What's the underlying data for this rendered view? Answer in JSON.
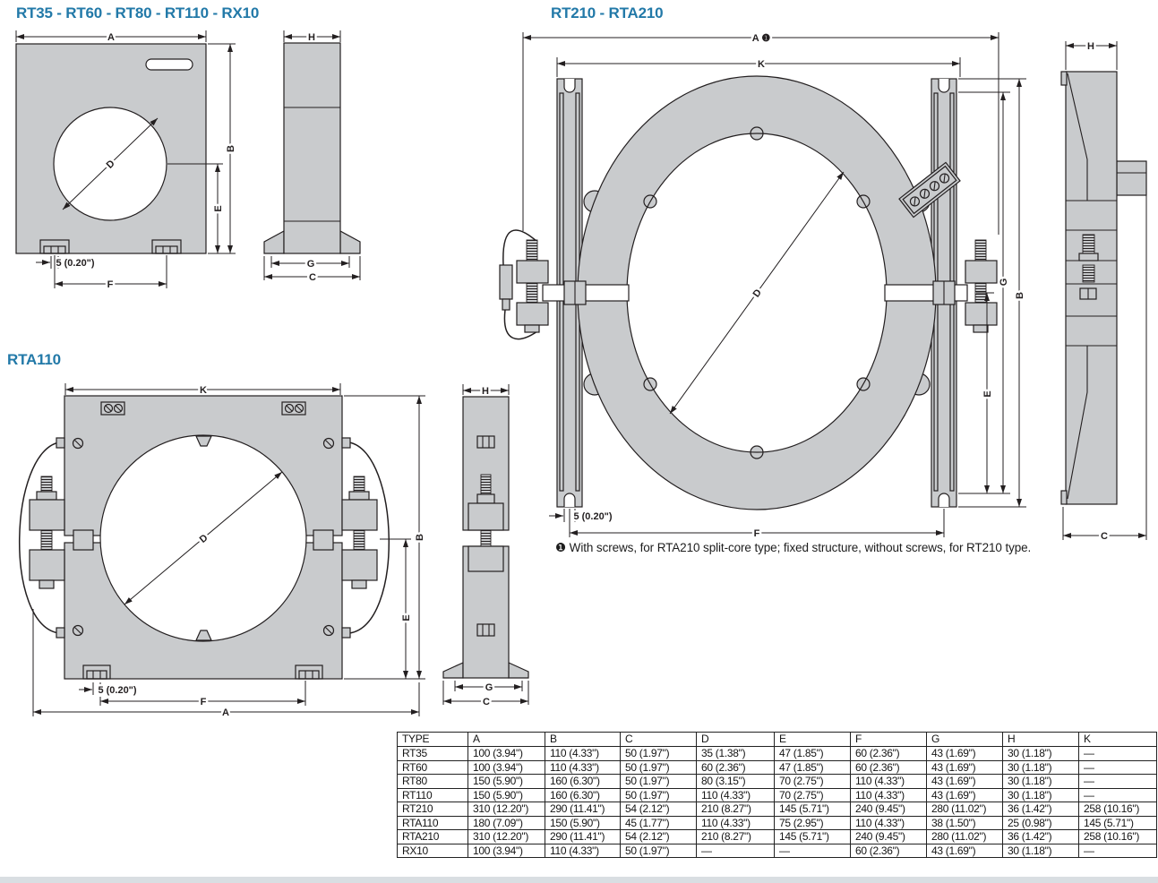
{
  "titles": {
    "group1": "RT35 - RT60 - RT80 - RT110 - RX10",
    "group2": "RT210 - RTA210",
    "group3": "RTA110"
  },
  "dim_labels": {
    "A": "A",
    "A_note": "A ❶",
    "B": "B",
    "C": "C",
    "D": "D",
    "E": "E",
    "F": "F",
    "G": "G",
    "H": "H",
    "K": "K",
    "gap": "5 (0.20\")"
  },
  "footnote": {
    "marker": "❶",
    "text": "With screws, for RTA210 split-core type; fixed structure, without screws, for RT210 type."
  },
  "table": {
    "headers": [
      "TYPE",
      "A",
      "B",
      "C",
      "D",
      "E",
      "F",
      "G",
      "H",
      "K"
    ],
    "rows": [
      [
        "RT35",
        "100 (3.94\")",
        "110 (4.33\")",
        "50 (1.97\")",
        "35 (1.38\")",
        "47 (1.85\")",
        "60 (2.36\")",
        "43 (1.69\")",
        "30 (1.18\")",
        "—"
      ],
      [
        "RT60",
        "100 (3.94\")",
        "110 (4.33\")",
        "50 (1.97\")",
        "60 (2.36\")",
        "47 (1.85\")",
        "60 (2.36\")",
        "43 (1.69\")",
        "30 (1.18\")",
        "—"
      ],
      [
        "RT80",
        "150 (5.90\")",
        "160 (6.30\")",
        "50 (1.97\")",
        "80 (3.15\")",
        "70 (2.75\")",
        "110 (4.33\")",
        "43 (1.69\")",
        "30 (1.18\")",
        "—"
      ],
      [
        "RT110",
        "150 (5.90\")",
        "160 (6.30\")",
        "50 (1.97\")",
        "110 (4.33\")",
        "70 (2.75\")",
        "110 (4.33\")",
        "43 (1.69\")",
        "30 (1.18\")",
        "—"
      ],
      [
        "RT210",
        "310 (12.20\")",
        "290 (11.41\")",
        "54 (2.12\")",
        "210 (8.27\")",
        "145 (5.71\")",
        "240 (9.45\")",
        "280 (11.02\")",
        "36 (1.42\")",
        "258 (10.16\")"
      ],
      [
        "RTA110",
        "180 (7.09\")",
        "150 (5.90\")",
        "45 (1.77\")",
        "110 (4.33\")",
        "75 (2.95\")",
        "110 (4.33\")",
        "38 (1.50\")",
        "25 (0.98\")",
        "145 (5.71\")"
      ],
      [
        "RTA210",
        "310 (12.20\")",
        "290 (11.41\")",
        "54 (2.12\")",
        "210 (8.27\")",
        "145 (5.71\")",
        "240 (9.45\")",
        "280 (11.02\")",
        "36 (1.42\")",
        "258 (10.16\")"
      ],
      [
        "RX10",
        "100 (3.94\")",
        "110 (4.33\")",
        "50 (1.97\")",
        "—",
        "—",
        "60 (2.36\")",
        "43 (1.69\")",
        "30 (1.18\")",
        "—"
      ]
    ]
  },
  "colors": {
    "accent_blue": "#2279a8",
    "diagram_fill": "#c9cbcd",
    "line": "#231f20"
  }
}
